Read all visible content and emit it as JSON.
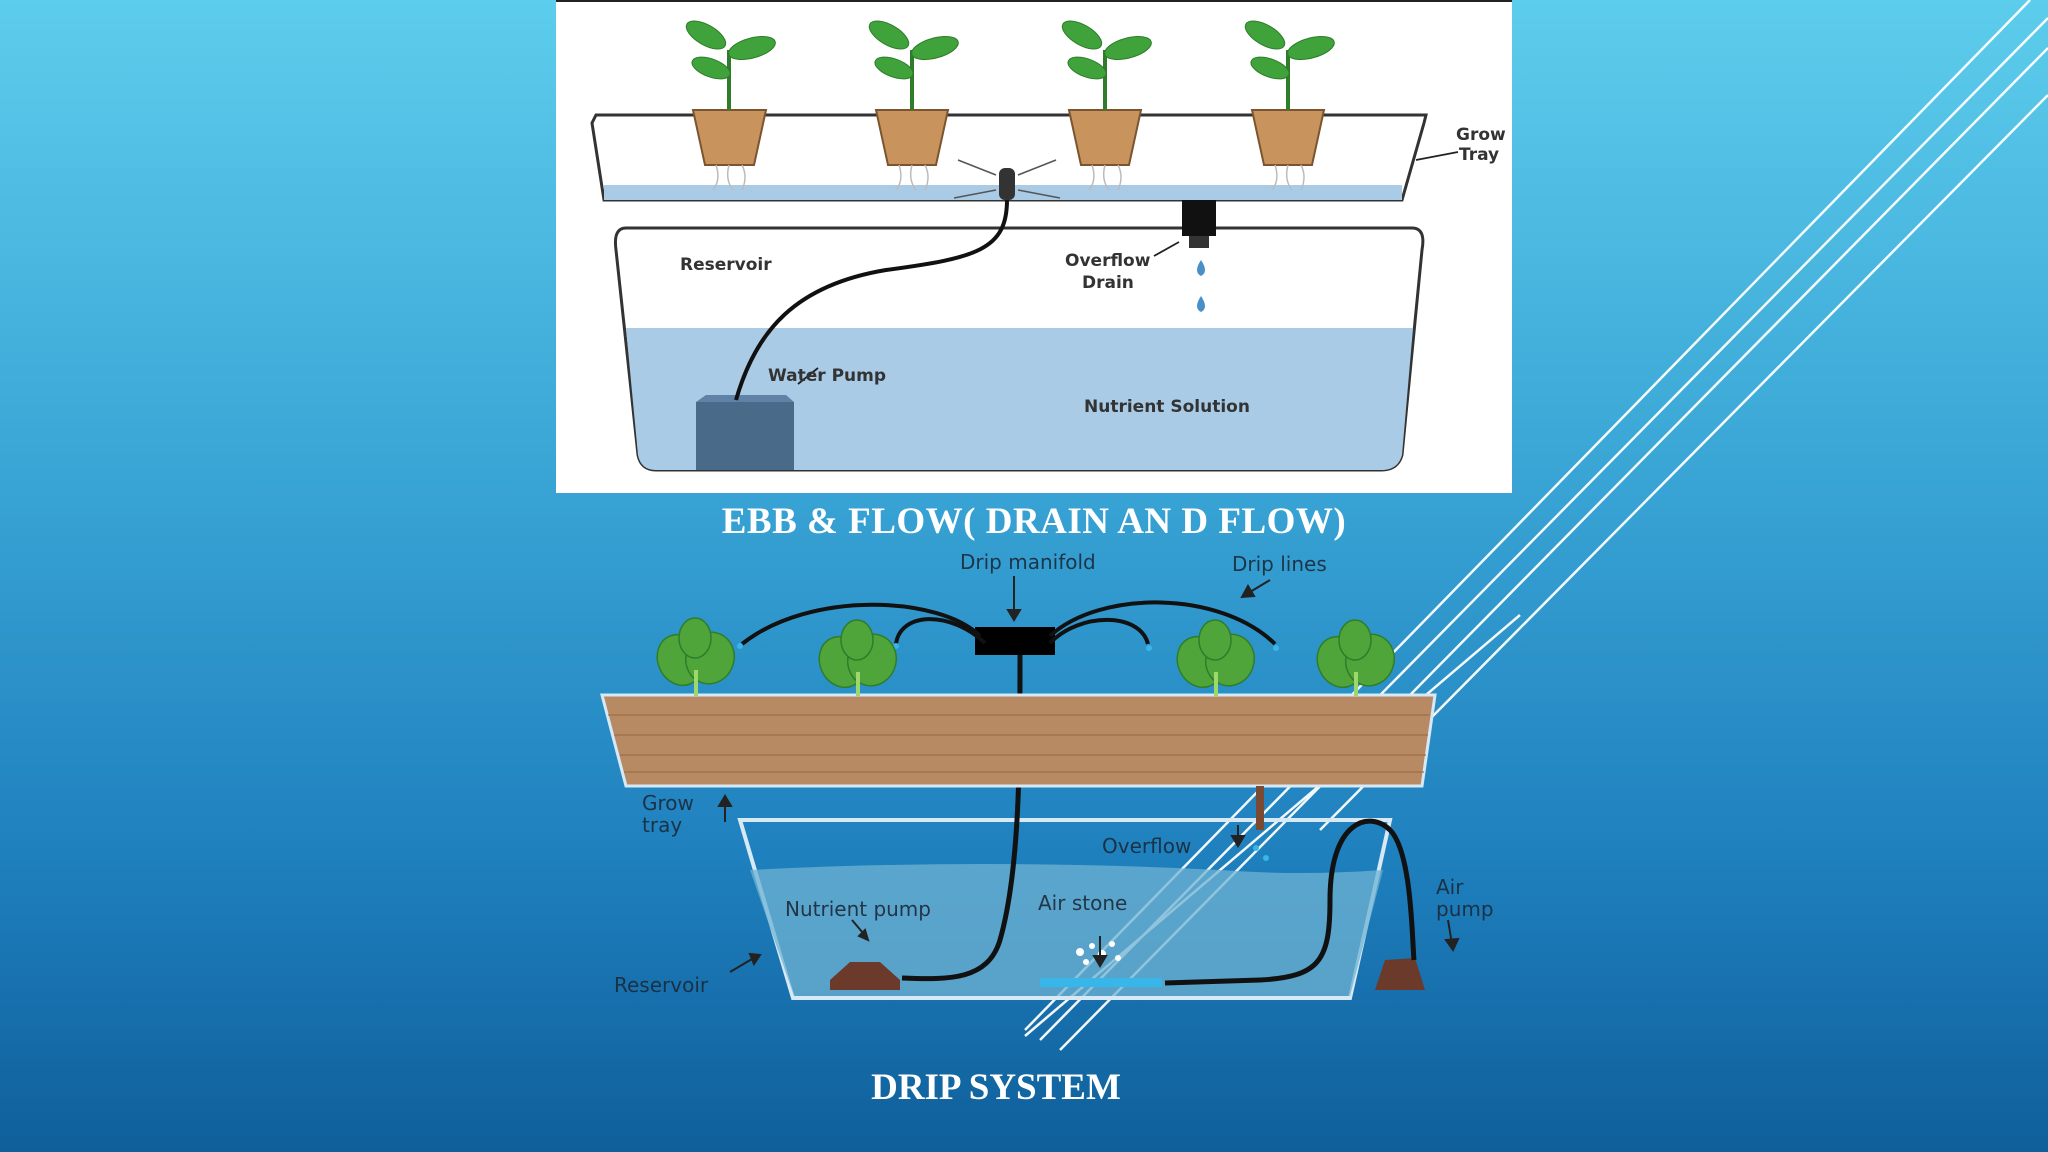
{
  "top_diagram": {
    "labels": {
      "grow_tray": "Grow\nTray",
      "grow_tray_line1": "Grow",
      "grow_tray_line2": "Tray",
      "reservoir": "Reservoir",
      "overflow_drain_line1": "Overflow",
      "overflow_drain_line2": "Drain",
      "water_pump": "Water Pump",
      "nutrient_solution": "Nutrient Solution"
    },
    "caption": "EBB & FLOW( DRAIN AN D FLOW)"
  },
  "bottom_diagram": {
    "labels": {
      "drip_manifold": "Drip manifold",
      "drip_lines": "Drip lines",
      "grow_tray_line1": "Grow",
      "grow_tray_line2": "tray",
      "overflow": "Overflow",
      "air_stone": "Air stone",
      "nutrient_pump": "Nutrient pump",
      "air_pump_line1": "Air",
      "air_pump_line2": "pump",
      "reservoir": "Reservoir"
    },
    "caption": "DRIP SYSTEM"
  },
  "colors": {
    "water": "#a9cbe6",
    "soil": "#b78a63",
    "leaf": "#3fa23a",
    "caption": "#ffffff"
  }
}
